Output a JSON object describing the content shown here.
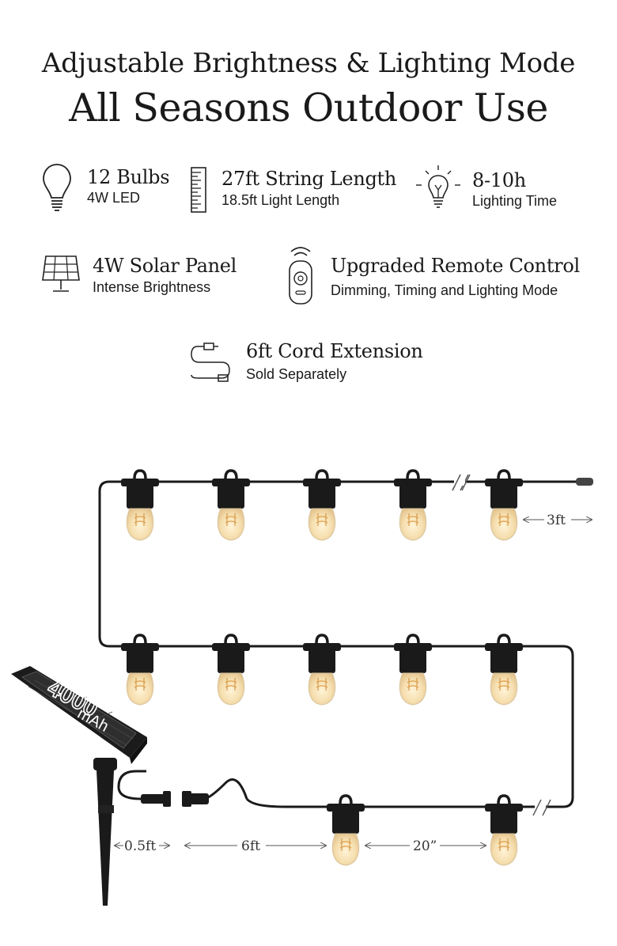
{
  "header": {
    "line1": "Adjustable Brightness & Lighting Mode",
    "line2": "All Seasons Outdoor Use"
  },
  "features": [
    {
      "icon": "bulb-icon",
      "title": "12 Bulbs",
      "subtitle": "4W LED"
    },
    {
      "icon": "ruler-icon",
      "title": "27ft String Length",
      "subtitle": "18.5ft Light Length"
    },
    {
      "icon": "timer-bulb-icon",
      "title": "8-10h",
      "subtitle": "Lighting Time"
    },
    {
      "icon": "solar-panel-icon",
      "title": "4W Solar Panel",
      "subtitle": "Intense Brightness"
    },
    {
      "icon": "remote-icon",
      "title": "Upgraded Remote Control",
      "subtitle": "Dimming, Timing and Lighting Mode"
    },
    {
      "icon": "cord-icon",
      "title": "6ft Cord Extension",
      "subtitle": "Sold Separately"
    }
  ],
  "diagram": {
    "panel_label_line1": "4000",
    "panel_label_line2": "mAh",
    "dim_end": "3ft",
    "dim_stake": "0.5ft",
    "dim_extension": "6ft",
    "dim_spacing": "20”"
  }
}
